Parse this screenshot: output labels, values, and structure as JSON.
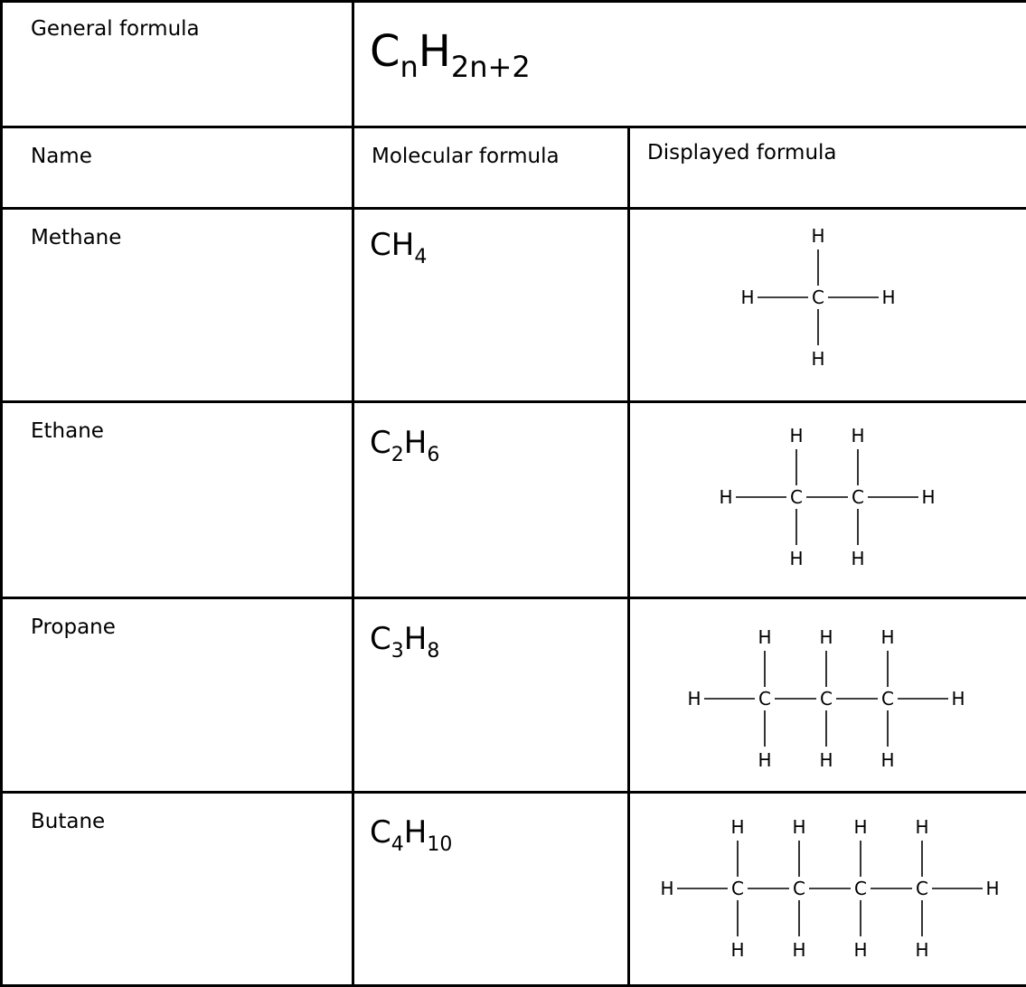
{
  "general": {
    "label": "General formula",
    "base1": "C",
    "sub1": "n",
    "base2": "H",
    "sub2": "2n+2"
  },
  "headers": {
    "name": "Name",
    "molecular": "Molecular formula",
    "displayed": "Displayed formula"
  },
  "rows": [
    {
      "name": "Methane",
      "c_sub": "",
      "h_sub": "4",
      "carbons": 1
    },
    {
      "name": "Ethane",
      "c_sub": "2",
      "h_sub": "6",
      "carbons": 2
    },
    {
      "name": "Propane",
      "c_sub": "3",
      "h_sub": "8",
      "carbons": 3
    },
    {
      "name": "Butane",
      "c_sub": "4",
      "h_sub": "10",
      "carbons": 4
    }
  ],
  "atoms": {
    "carbon": "C",
    "hydrogen": "H"
  }
}
